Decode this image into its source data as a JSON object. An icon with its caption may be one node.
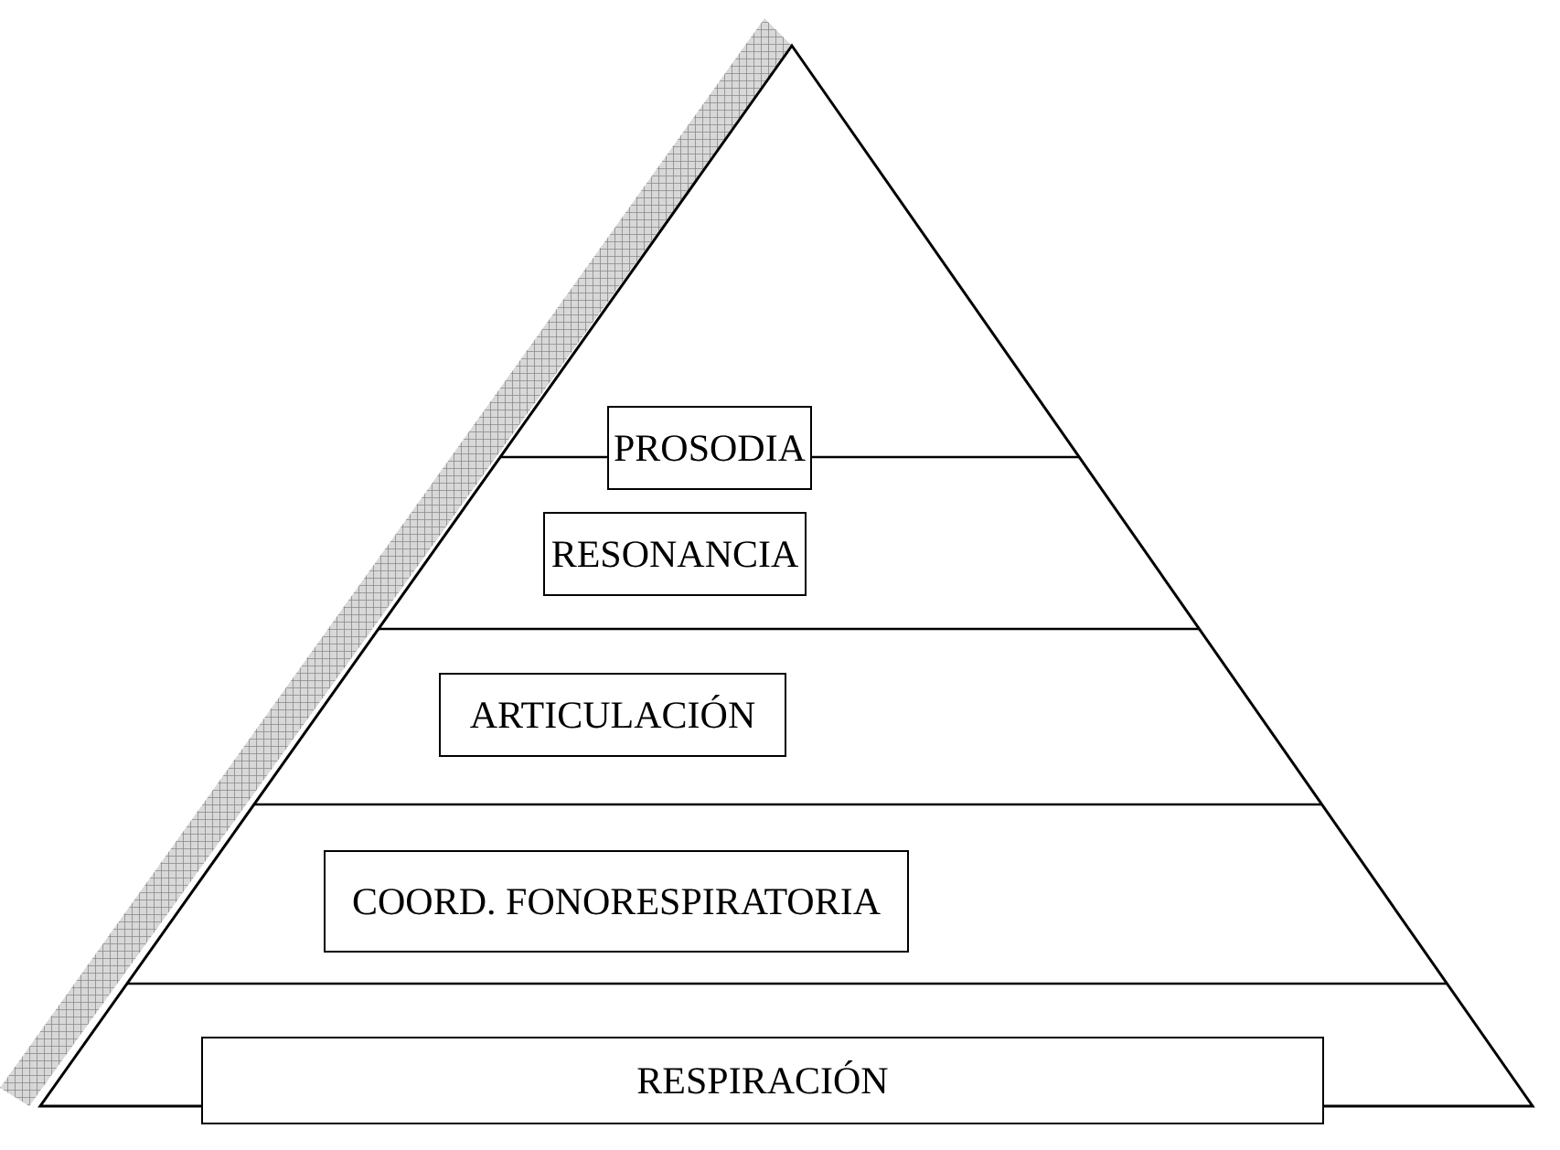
{
  "diagram": {
    "nodes": [
      {
        "text": [],
        "shape": "triangle"
      },
      {
        "text": [
          "PROSODIA"
        ],
        "in": 0
      },
      {
        "text": [
          "RESONANCIA"
        ],
        "in": 0
      },
      {
        "text": [
          "ARTICULACIÓN"
        ],
        "in": 0
      },
      {
        "text": [
          "COORD. FONORESPIRATORIA"
        ],
        "in": 0
      },
      {
        "text": [
          "RESPIRACIÓN"
        ],
        "in": 0
      }
    ]
  }
}
